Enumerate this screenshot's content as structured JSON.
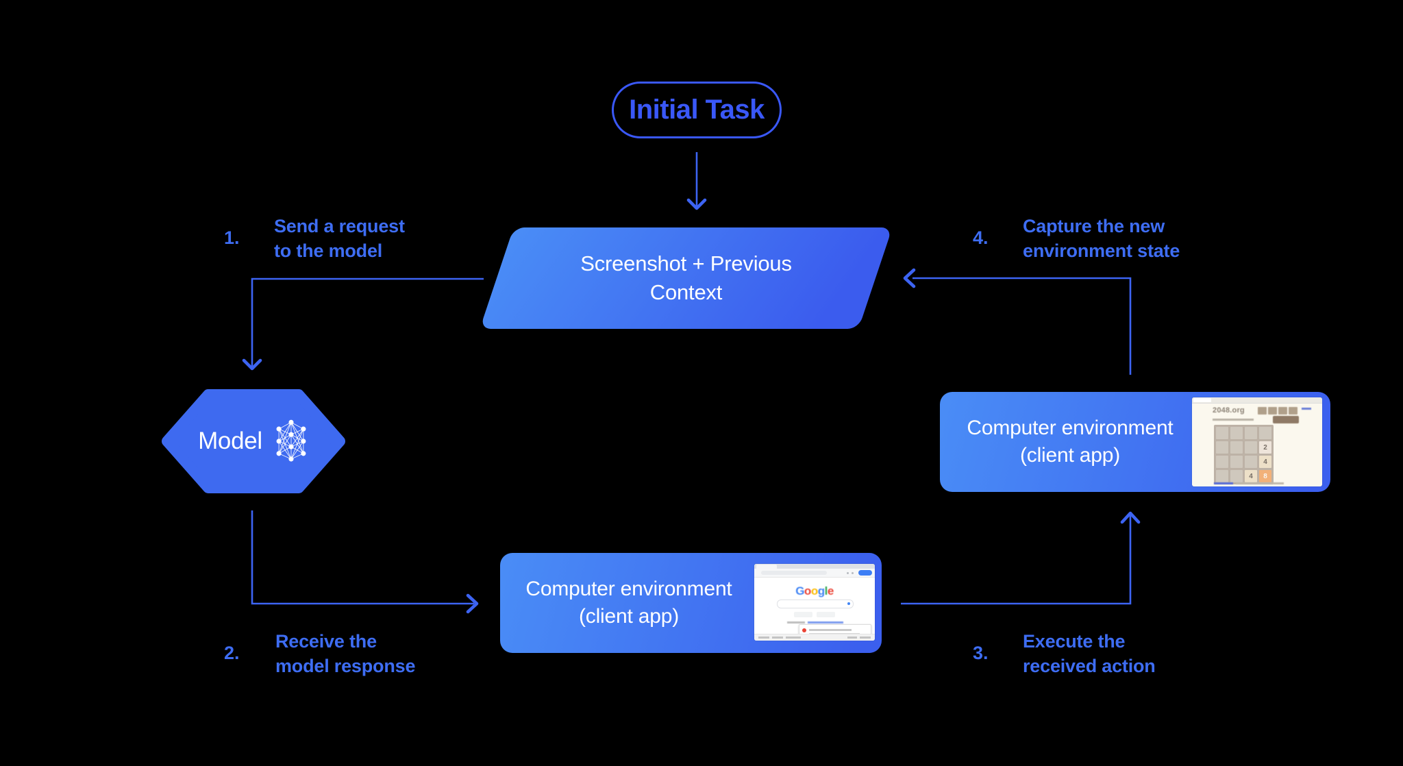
{
  "colors": {
    "background": "#000000",
    "accent_line": "#3d64f3",
    "label_blue": "#3e6df3",
    "pill_blue": "#3a58f8",
    "shape_gradient_start": "#4a8df6",
    "shape_gradient_end": "#3b5cee",
    "hexagon_blue": "#3e6af0",
    "text_white": "#ffffff"
  },
  "pill": {
    "label": "Initial Task"
  },
  "parallelogram": {
    "label": "Screenshot + Previous Context"
  },
  "model": {
    "label": "Model",
    "icon": "neural-network"
  },
  "boxes": {
    "right": {
      "title": "Computer environment",
      "subtitle": "(client app)"
    },
    "bottom": {
      "title": "Computer environment",
      "subtitle": "(client app)"
    }
  },
  "steps": [
    {
      "num": "1.",
      "line1": "Send a request",
      "line2": "to the model"
    },
    {
      "num": "2.",
      "line1": "Receive the",
      "line2": "model response"
    },
    {
      "num": "3.",
      "line1": "Execute the",
      "line2": "received action"
    },
    {
      "num": "4.",
      "line1": "Capture the new",
      "line2": "environment state"
    }
  ],
  "thumbnails": {
    "game_2048": {
      "site": "2048.org",
      "grid": [
        [
          "",
          "",
          "",
          ""
        ],
        [
          "",
          "",
          "",
          "2"
        ],
        [
          "",
          "",
          "",
          "4"
        ],
        [
          "",
          "",
          "4",
          "8"
        ]
      ],
      "tile_colors": {
        "2": "#eee4da",
        "4": "#ede0c8",
        "8": "#f2b179",
        "empty": "#cfc8bd",
        "board": "#bdb2a6"
      }
    },
    "google_search": {
      "logo_letters": [
        {
          "ch": "G",
          "color": "#4285F4"
        },
        {
          "ch": "o",
          "color": "#EA4335"
        },
        {
          "ch": "o",
          "color": "#FBBC05"
        },
        {
          "ch": "g",
          "color": "#4285F4"
        },
        {
          "ch": "l",
          "color": "#34A853"
        },
        {
          "ch": "e",
          "color": "#EA4335"
        }
      ]
    }
  }
}
